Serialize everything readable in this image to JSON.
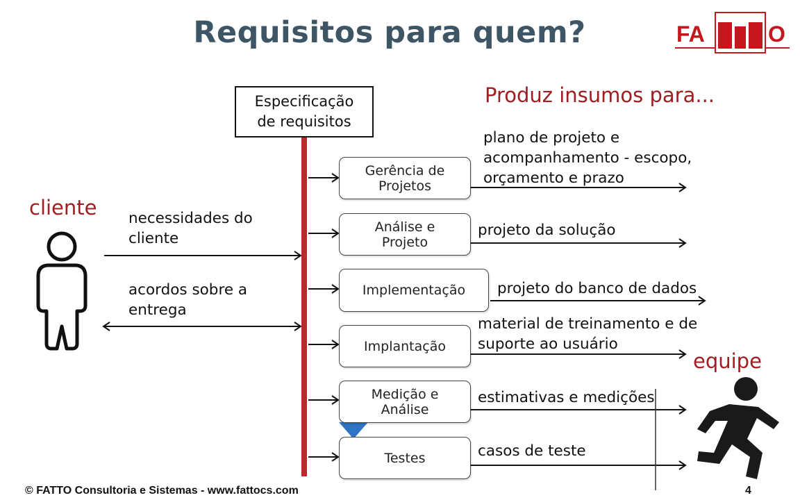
{
  "title": "Requisitos para quem?",
  "logo": {
    "text_left": "FA",
    "text_right": "O",
    "brand_color": "#c4161c"
  },
  "spec_box": {
    "line1": "Especificação",
    "line2": "de requisitos"
  },
  "produz": "Produz insumos para...",
  "cliente": {
    "label": "cliente",
    "arrow_in": {
      "line1": "necessidades do",
      "line2": "cliente"
    },
    "arrow_both": {
      "line1": "acordos sobre a",
      "line2": "entrega"
    }
  },
  "equipe_label": "equipe",
  "processes": [
    {
      "name_line1": "Gerência de",
      "name_line2": "Projetos",
      "outputs": [
        "plano de projeto e",
        "acompanhamento - escopo,",
        "orçamento e prazo"
      ]
    },
    {
      "name_line1": "Análise e",
      "name_line2": "Projeto",
      "outputs": [
        "projeto da solução"
      ]
    },
    {
      "name_line1": "Implementação",
      "name_line2": "",
      "outputs": [
        "projeto do banco de dados"
      ]
    },
    {
      "name_line1": "Implantação",
      "name_line2": "",
      "outputs": [
        "material de treinamento e de",
        "suporte ao usuário"
      ]
    },
    {
      "name_line1": "Medição e",
      "name_line2": "Análise",
      "outputs": [
        "estimativas e medições"
      ]
    },
    {
      "name_line1": "Testes",
      "name_line2": "",
      "outputs": [
        "casos de teste"
      ]
    }
  ],
  "colors": {
    "title": "#3e5566",
    "accent_red": "#a01d21",
    "spine": "#c0272d",
    "down_arrow": "#2e75c4"
  },
  "footer": "© FATTO Consultoria e Sistemas - www.fattocs.com",
  "page_number": "4"
}
